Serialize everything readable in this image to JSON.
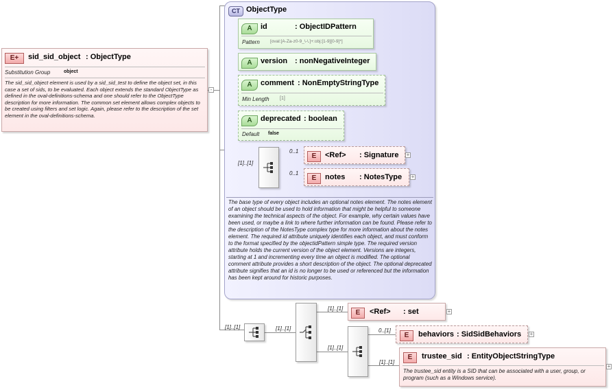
{
  "root_element": {
    "badge": "E",
    "name": "sid_sid_object",
    "type": ": ObjectType",
    "facet_label": "Substitution Group",
    "facet_value": "object",
    "doc": "The sid_sid_object element is used by a sid_sid_test to define the object set, in this case a set of sids, to be evaluated. Each object extends the standard ObjectType as defined in the oval-definitions-schema and one should refer to the ObjectType description for more information. The common set element allows complex objects to be created using filters and set logic. Again, please refer to the description of the set element in the oval-definitions-schema."
  },
  "complex_type": {
    "badge": "CT",
    "name": "ObjectType",
    "attributes": [
      {
        "badge": "A",
        "name": "id",
        "type": ": ObjectIDPattern",
        "facet_label": "Pattern",
        "facet_value": "[oval:[A-Za-z0-9_\\-\\.]+:obj:[1-9][0-9]*]"
      },
      {
        "badge": "A",
        "name": "version",
        "type": ": nonNegativeInteger"
      },
      {
        "badge": "A",
        "name": "comment",
        "type": ": NonEmptyStringType",
        "facet_label": "Min Length",
        "facet_value": "[1]"
      },
      {
        "badge": "A",
        "name": "deprecated",
        "type": ": boolean",
        "facet_label": "Default",
        "facet_value": "false"
      }
    ],
    "sequence_cardinality": "[1]..[1]",
    "children": [
      {
        "badge": "E",
        "name": "<Ref>",
        "type": ": Signature",
        "cardinality": "0..1"
      },
      {
        "badge": "E",
        "name": "notes",
        "type": ": NotesType",
        "cardinality": "0..1"
      }
    ],
    "doc": "The base type of every object includes an optional notes element. The notes element of an object should be used to hold information that might be helpful to someone examining the technical aspects of the object. For example, why certain values have been used, or maybe a link to where further information can be found. Please refer to the description of the NotesType complex type for more information about the notes element. The required id attribute uniquely identifies each object, and must conform to the format specified by the objectidPattern simple type. The required version attribute holds the current version of the object element. Versions are integers, starting at 1 and incrementing every time an object is modified. The optional comment attribute provides a short description of the object. The optional deprecated attribute signifies that an id is no longer to be used or referenced but the information has been kept around for historic purposes."
  },
  "bottom_sequence": {
    "outer_cardinality": "[1]..[1]",
    "choice_cardinality": "[1]..[1]",
    "set_cardinality": "[1]..[1]",
    "inner_cardinality": "[1]..[1]",
    "set_element": {
      "badge": "E",
      "name": "<Ref>",
      "type": ": set"
    },
    "behaviors": {
      "badge": "E",
      "name": "behaviors",
      "type": ": SidSidBehaviors",
      "cardinality": "0..[1]"
    },
    "trustee": {
      "badge": "E",
      "name": "trustee_sid",
      "type": ": EntityObjectStringType",
      "cardinality": "[1]..[1]",
      "doc": "The trustee_sid entity is a SID that can be associated with a user, group, or program (such as a Windows service)."
    }
  },
  "icons": {
    "expand": "plus-icon",
    "collapse": "minus-icon",
    "sequence": "sequence-icon",
    "choice": "choice-icon"
  }
}
